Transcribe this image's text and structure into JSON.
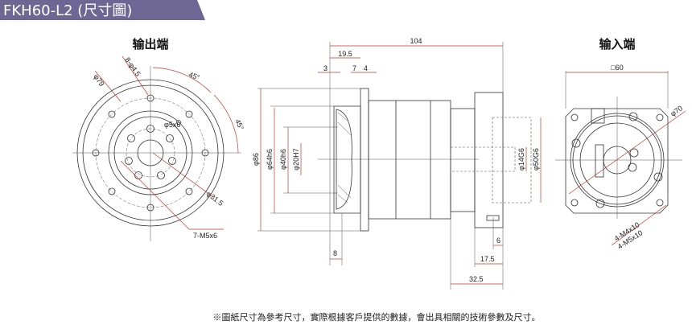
{
  "header": {
    "title": "FKH60-L2 (尺寸圖)",
    "banner_color": "#6e6793"
  },
  "output_view": {
    "heading": "输出端",
    "labels": {
      "d79": "φ79",
      "holes": "8-φ4.5",
      "angle1": "45°",
      "angle2": "45°",
      "pin": "φ5x6",
      "d31_5": "φ31.5",
      "thread": "7-M5x6"
    }
  },
  "side_view": {
    "labels": {
      "total": "104",
      "l19_5": "19.5",
      "l3": "3",
      "l7": "7",
      "l4": "4",
      "d86": "φ86",
      "d64": "φ64h6",
      "d40": "φ40h6",
      "d20": "φ20H7",
      "d14": "φ14G6",
      "d50": "φ50G6",
      "l8": "8",
      "l6": "6",
      "l17_5": "17.5",
      "l32_5": "32.5"
    }
  },
  "input_view": {
    "heading": "输入端",
    "labels": {
      "sq60": "□60",
      "d70": "φ70",
      "m4": "4-M4x10",
      "m5": "4-M5x10"
    }
  },
  "footer": {
    "note": "※圖紙尺寸為參考尺寸，實際根據客戶提供的數據，會出具相關的技術參數及尺寸。"
  }
}
